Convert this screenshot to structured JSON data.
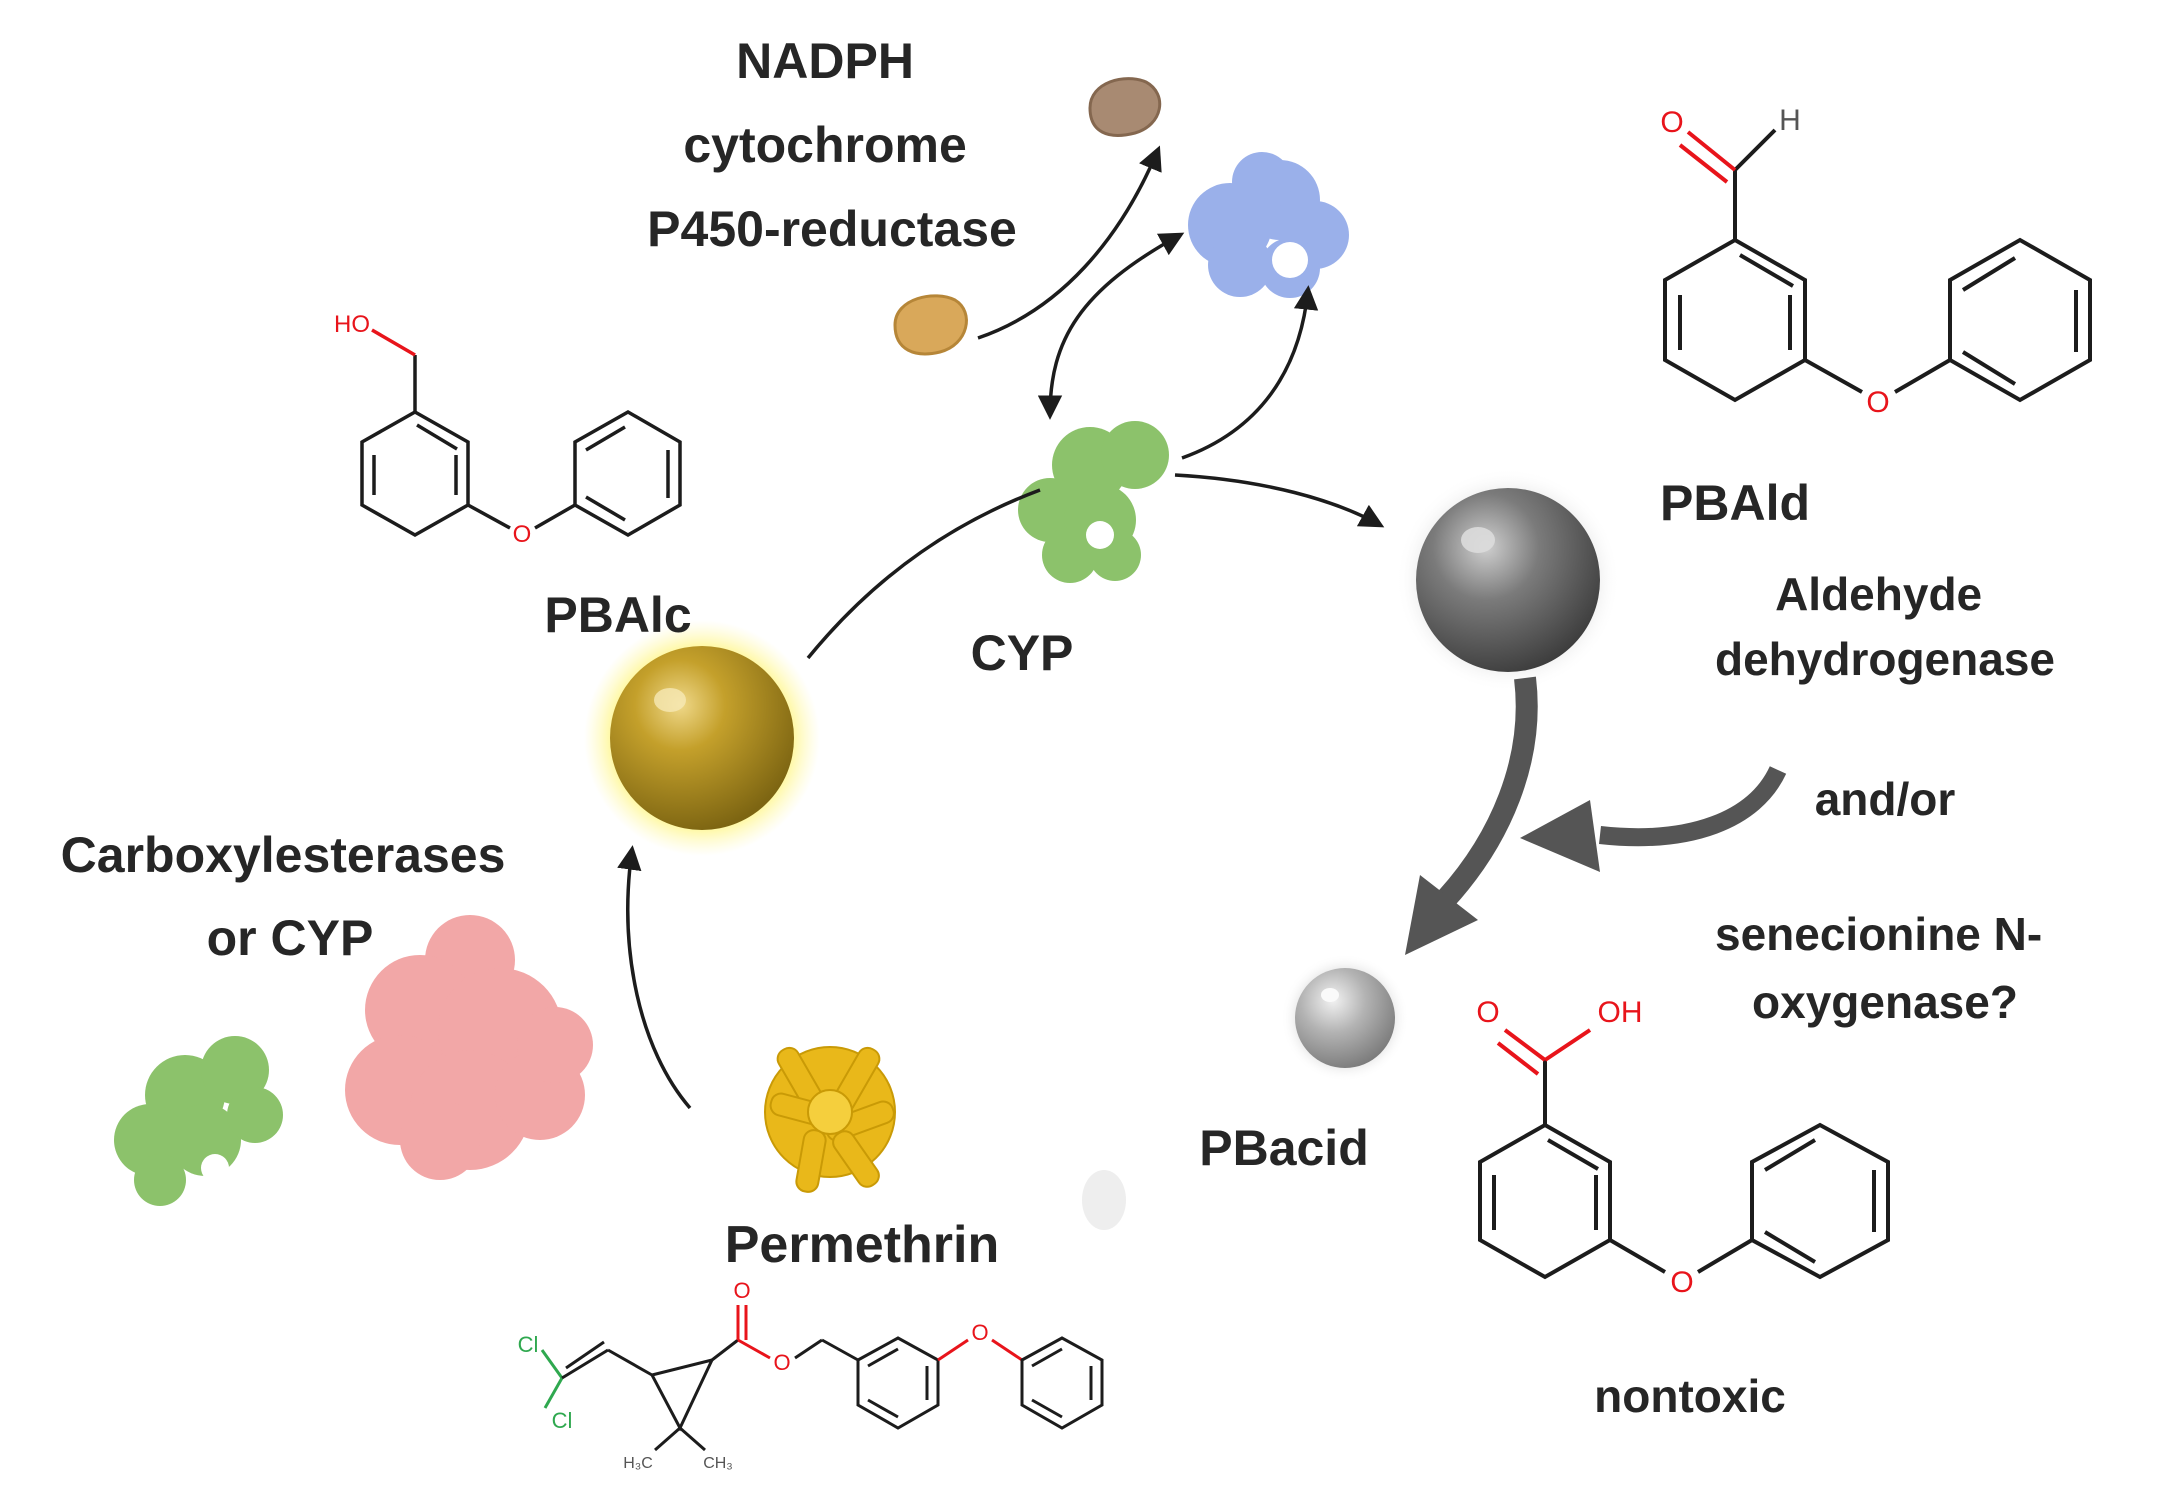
{
  "labels": {
    "nadph": [
      "NADPH",
      "cytochrome",
      "P450-reductase"
    ],
    "pbalc": "PBAlc",
    "cyp": "CYP",
    "pbald": "PBAld",
    "aldh": [
      "Aldehyde",
      "dehydrogenase"
    ],
    "andor": "and/or",
    "senecionine": [
      "senecionine N-",
      "oxygenase?"
    ],
    "carboxylesterases": [
      "Carboxylesterases",
      "or CYP"
    ],
    "pbacid": "PBacid",
    "permethrin": "Permethrin",
    "nontoxic": "nontoxic"
  },
  "atoms": {
    "ald_o": "O",
    "ald_h": "H",
    "alc_ho": "HO",
    "alc_o": "O",
    "ald_ring_o": "O",
    "acid_o": "O",
    "acid_oh": "OH",
    "acid_ring_o": "O",
    "perm_cl1": "Cl",
    "perm_cl2": "Cl",
    "perm_o1": "O",
    "perm_o2": "O",
    "perm_o3": "O",
    "perm_ch3a": "H₃C",
    "perm_ch3b": "CH₃"
  },
  "colors": {
    "text": "#262626",
    "oxygen": "#e8141b",
    "chlorine": "#2fa84f",
    "cyp_protein": "#8cc26b",
    "reductase_protein": "#9ab0ea",
    "esterase_protein": "#f2a7a7",
    "pbalc_sphere": "#b8961c",
    "pbald_sphere": "#6f6f6f",
    "pbacid_sphere": "#9a9a9a",
    "permethrin_crystal": "#e9b81a",
    "nadph_bean": "#d9a85a",
    "nadp_bean": "#a88a72"
  }
}
